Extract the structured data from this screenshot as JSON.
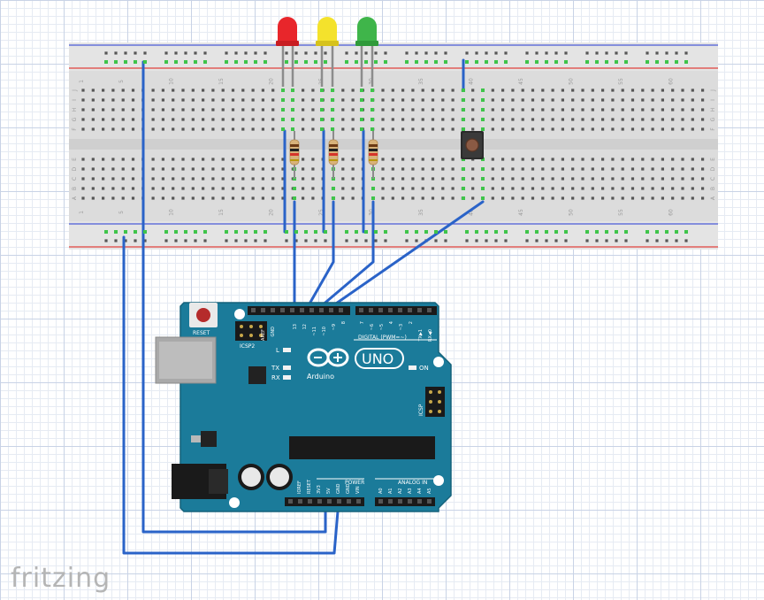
{
  "breadboard": {
    "column_labels": [
      "1",
      "5",
      "10",
      "15",
      "20",
      "25",
      "30",
      "35",
      "40",
      "45",
      "50",
      "55",
      "60"
    ],
    "row_letters_top": [
      "J",
      "I",
      "H",
      "G",
      "F"
    ],
    "row_letters_bottom": [
      "E",
      "D",
      "C",
      "B",
      "A"
    ]
  },
  "leds": [
    {
      "color": "red",
      "hex": "#e8262b"
    },
    {
      "color": "yellow",
      "hex": "#f4e22c"
    },
    {
      "color": "green",
      "hex": "#3fb54a"
    }
  ],
  "arduino": {
    "reset_label": "RESET",
    "icsp2_label": "ICSP2",
    "icsp_label": "ICSP",
    "l_label": "L",
    "tx_label": "TX",
    "rx_label": "RX",
    "on_label": "ON",
    "brand": "Arduino",
    "model": "UNO",
    "digital_label": "DIGITAL (PWM=~)",
    "analog_label": "ANALOG IN",
    "power_label": "POWER",
    "top_header_labels": [
      "AREF",
      "GND",
      "13",
      "12",
      "~11",
      "~10",
      "~9",
      "8",
      "7",
      "~6",
      "~5",
      "4",
      "~3",
      "2",
      "TX▶1",
      "RX◀0"
    ],
    "power_header_labels": [
      "IOREF",
      "RESET",
      "3V3",
      "5V",
      "GND",
      "GND",
      "VIN"
    ],
    "analog_header_labels": [
      "A0",
      "A1",
      "A2",
      "A3",
      "A4",
      "A5"
    ]
  },
  "watermark": "fritzing"
}
